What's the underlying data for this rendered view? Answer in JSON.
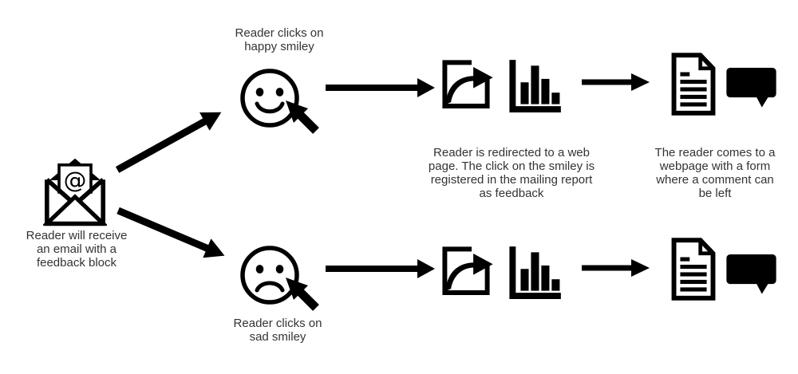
{
  "page": {
    "background": "#ffffff",
    "text_color": "#333333",
    "icon_color": "#000000"
  },
  "email_node": {
    "caption": "Reader will receive\nan email with a\nfeedback block",
    "icon": "open-envelope-at-icon"
  },
  "happy_branch": {
    "caption": "Reader clicks on\nhappy smiley",
    "icon": "happy-smiley-cursor-icon"
  },
  "sad_branch": {
    "caption": "Reader clicks on\nsad smiley",
    "icon": "sad-smiley-cursor-icon"
  },
  "redirect_node": {
    "caption": "Reader is redirected to a web\npage. The click on the smiley is\nregistered in the mailing report\nas feedback",
    "icons": [
      "share-redirect-icon",
      "bar-chart-icon"
    ]
  },
  "comment_node": {
    "caption": "The reader comes to a\nwebpage with a form\nwhere a comment can\nbe left",
    "icons": [
      "document-icon",
      "comment-bubble-icon"
    ]
  }
}
